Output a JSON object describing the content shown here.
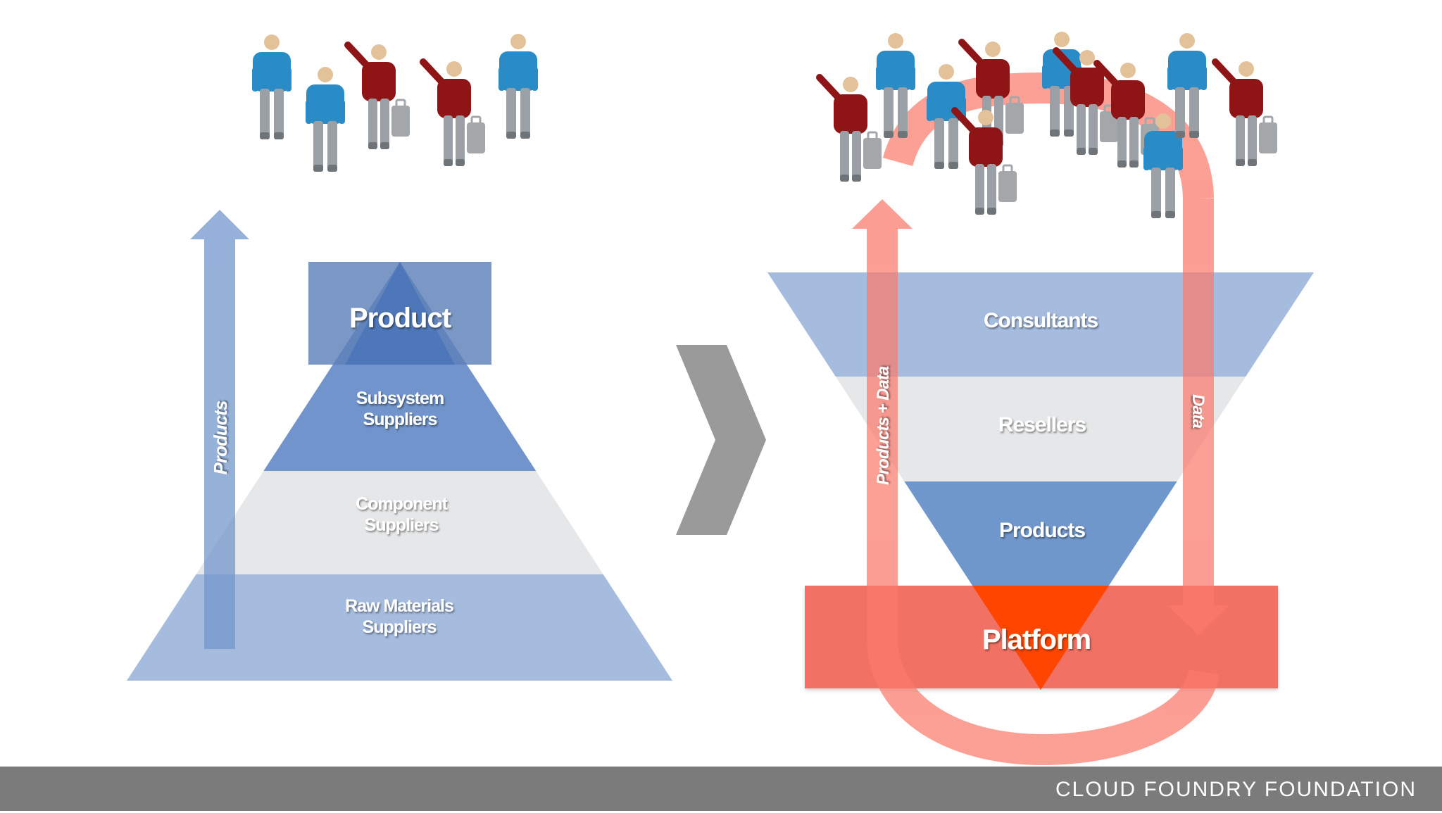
{
  "pyramid": {
    "product": "Product",
    "subsystem_line1": "Subsystem",
    "subsystem_line2": "Suppliers",
    "component_line1": "Component",
    "component_line2": "Suppliers",
    "raw_line1": "Raw Materials",
    "raw_line2": "Suppliers",
    "arrow_label": "Products"
  },
  "funnel": {
    "consultants": "Consultants",
    "resellers": "Resellers",
    "products": "Products",
    "platform": "Platform",
    "left_arrow_label": "Products + Data",
    "right_arrow_label": "Data"
  },
  "footer": {
    "brand": "CLOUD FOUNDRY FOUNDATION"
  },
  "colors": {
    "blue_light": "#a6bcdf",
    "blue_mid": "#6f94cb",
    "blue_dark": "#4f78bc",
    "gray_band": "#e6e7e8",
    "red_arrow": "#fb7a6c",
    "platform_red": "#f16658",
    "platform_tip": "#ff4500",
    "chevron_gray": "#9a9a9b",
    "footer_gray": "#7b7b7b",
    "person_blue": "#2a8cc7",
    "person_red": "#8f1416"
  }
}
